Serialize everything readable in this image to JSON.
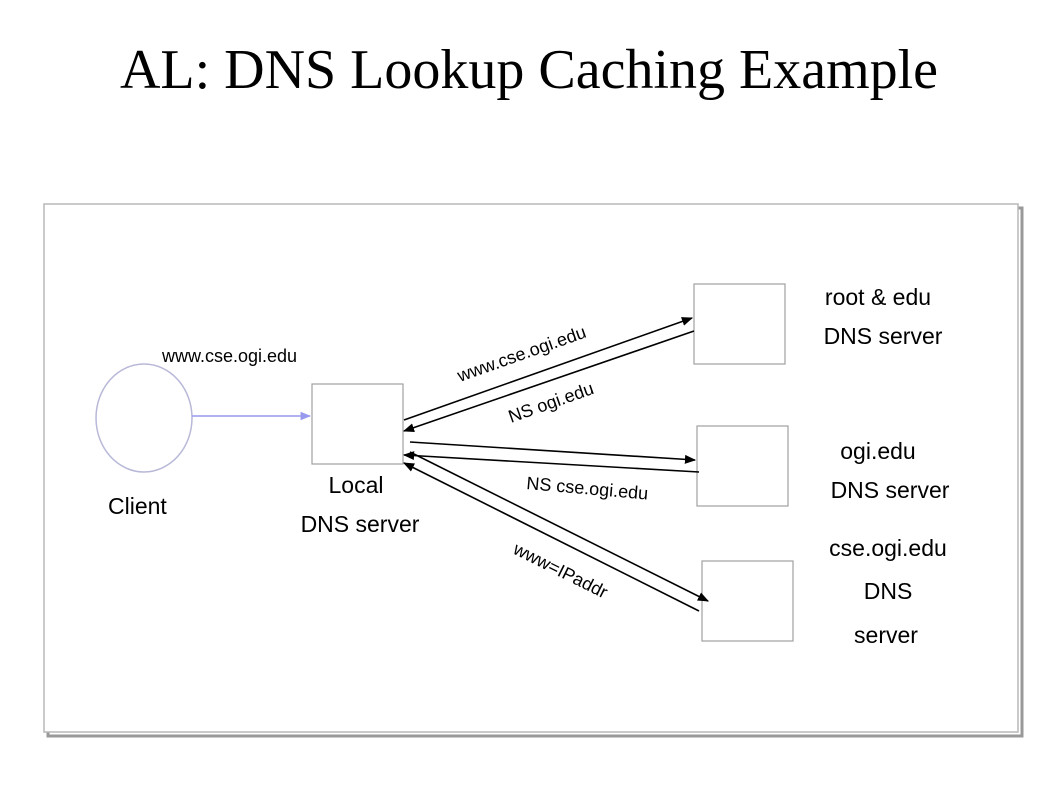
{
  "title": "AL: DNS Lookup Caching Example",
  "query_label": "www.cse.ogi.edu",
  "client": {
    "label": "Client"
  },
  "local_server": {
    "line1": "Local",
    "line2": "DNS server"
  },
  "root_server": {
    "line1": "root & edu",
    "line2": "DNS server"
  },
  "ogi_server": {
    "line1": "ogi.edu",
    "line2": "DNS server"
  },
  "cse_server": {
    "line1": "cse.ogi.edu",
    "line2": "DNS",
    "line3": "server"
  },
  "messages": {
    "query_to_root": "www.cse.ogi.edu",
    "reply_from_root": "NS ogi.edu",
    "reply_from_ogi": "NS cse.ogi.edu",
    "reply_from_cse": "www=IPaddr"
  },
  "colors": {
    "frame_shadow": "#999999",
    "frame_border": "#b8b8b8",
    "box_border": "#a0a0a0",
    "client_border": "#b8b8d8",
    "client_arrow": "#9999ee",
    "arrow": "#000000"
  }
}
